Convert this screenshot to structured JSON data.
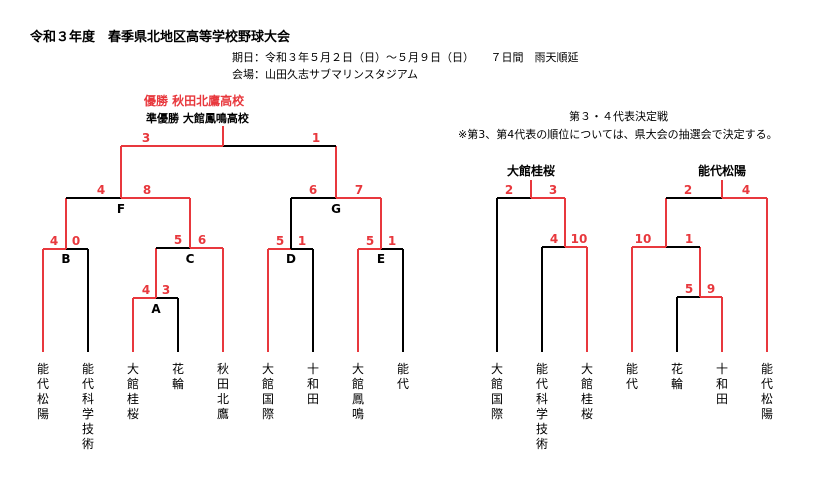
{
  "header": {
    "title": "令和３年度　春季県北地区高等学校野球大会",
    "period": "期日：令和３年５月２日（日）～５月９日（日）　　７日間　雨天順延",
    "venue": "会場：山田久志サブマリンスタジアム"
  },
  "results": {
    "champion": "優勝 秋田北鷹高校",
    "runner_up": "準優勝 大館鳳鳴高校"
  },
  "side": {
    "title": "第３・４代表決定戦",
    "note": "※第3、第4代表の順位については、県大会の抽選会で決定する。",
    "left_winner": "大館桂桜",
    "right_winner": "能代松陽"
  },
  "colors": {
    "win": "#e8383d",
    "lose": "#000000"
  },
  "main_teams": [
    "能代松陽",
    "能代科学技術",
    "大館桂桜",
    "花輪",
    "秋田北鷹",
    "大館国際",
    "十和田",
    "大館鳳鳴",
    "能代"
  ],
  "side_teams": [
    "大館国際",
    "能代科学技術",
    "大館桂桜",
    "能代",
    "花輪",
    "十和田",
    "能代松陽"
  ],
  "game_labels": [
    "A",
    "B",
    "C",
    "D",
    "E",
    "F",
    "G"
  ],
  "scores": {
    "A": [
      "4",
      "3"
    ],
    "B": [
      "4",
      "0"
    ],
    "C": [
      "5",
      "6"
    ],
    "D": [
      "5",
      "1"
    ],
    "E": [
      "5",
      "1"
    ],
    "F": [
      "4",
      "8"
    ],
    "G": [
      "6",
      "7"
    ],
    "final": [
      "3",
      "1"
    ],
    "s1a": [
      "4",
      "10"
    ],
    "s1": [
      "2",
      "3"
    ],
    "s2a": [
      "5",
      "9"
    ],
    "s2b": [
      "10",
      "1"
    ],
    "s2": [
      "2",
      "4"
    ]
  }
}
